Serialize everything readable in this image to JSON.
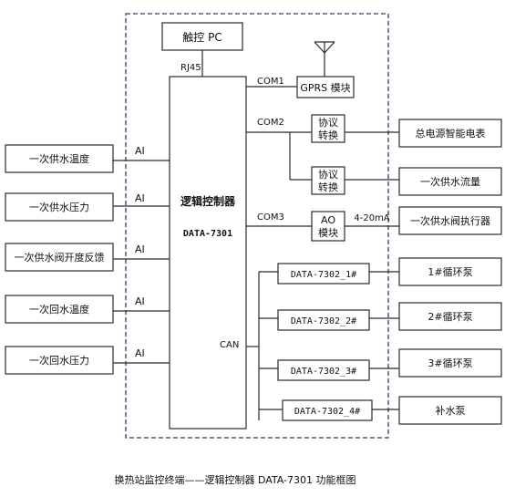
{
  "touch_pc": "触控 PC",
  "rj45": "RJ45",
  "gprs_module": "GPRS 模块",
  "controller": {
    "title": "逻辑控制器",
    "model": "DATA-7301"
  },
  "ports": {
    "com1": "COM1",
    "com2": "COM2",
    "com3": "COM3",
    "can": "CAN"
  },
  "ai_label": "AI",
  "inputs": [
    "一次供水温度",
    "一次供水压力",
    "一次供水阀开度反馈",
    "一次回水温度",
    "一次回水压力"
  ],
  "converters": [
    {
      "line1": "协议",
      "line2": "转换"
    },
    {
      "line1": "协议",
      "line2": "转换"
    }
  ],
  "ao_module": {
    "line1": "AO",
    "line2": "模块"
  },
  "signal_4_20": "4-20mA",
  "outputs": {
    "meter": "总电源智能电表",
    "flow": "一次供水流量",
    "valve_actuator": "一次供水阀执行器"
  },
  "can_nodes": [
    "DATA-7302_1#",
    "DATA-7302_2#",
    "DATA-7302_3#",
    "DATA-7302_4#"
  ],
  "pumps": [
    "1#循环泵",
    "2#循环泵",
    "3#循环泵",
    "补水泵"
  ],
  "caption": "换热站监控终端——逻辑控制器 DATA-7301 功能框图"
}
